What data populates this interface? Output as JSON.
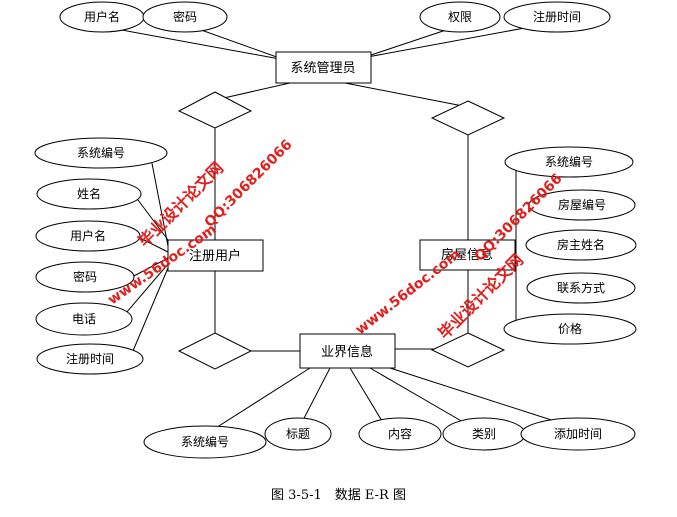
{
  "entities": {
    "admin": "系统管理员",
    "user": "注册用户",
    "house": "房屋信息",
    "biz": "业界信息"
  },
  "attributes": {
    "admin": [
      "用户名",
      "密码",
      "权限",
      "注册时间"
    ],
    "user": [
      "系统编号",
      "姓名",
      "用户名",
      "密码",
      "电话",
      "注册时间"
    ],
    "house": [
      "系统编号",
      "房屋编号",
      "房主姓名",
      "联系方式",
      "价格"
    ],
    "biz": [
      "系统编号",
      "标题",
      "内容",
      "类别",
      "添加时间"
    ]
  },
  "watermarks": {
    "site_name": "毕业设计论文网",
    "url": "www.56doc.com",
    "qq": "QQ:306826066"
  },
  "caption": "图 3-5-1　数据 E-R 图"
}
